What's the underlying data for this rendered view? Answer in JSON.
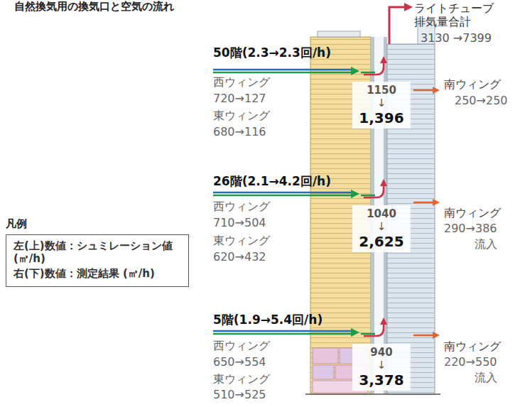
{
  "diagram": {
    "title": "自然換気用の換気口と空気の流れ",
    "nodes": [
      {
        "text": [
          "凡例",
          "左(上)数値：シュミレーション値 (㎥/h)",
          "右(下)数値：測定結果 (㎥/h)"
        ]
      },
      {
        "text": [
          "1150",
          "↓",
          "1,396"
        ]
      },
      {
        "text": [
          "1040",
          "↓",
          "2,625"
        ]
      },
      {
        "text": [
          "940",
          "↓",
          "3,378"
        ]
      }
    ],
    "labels": [
      "ライトチューブ 排気量合計",
      "3130 →7399",
      "50階(2.3→2.3回/h)",
      "西ウィング",
      "720→127",
      "東ウィング",
      "680→116",
      "南ウィング",
      "250→250",
      "26階(2.1→4.2回/h)",
      "西ウィング",
      "710→504",
      "東ウィング",
      "620→432",
      "南ウィング",
      "290→386",
      "流入",
      "5階(1.9→5.4回/h)",
      "西ウィング",
      "650→554",
      "東ウィング",
      "510→525",
      "南ウィング",
      "220→550",
      "流入"
    ]
  }
}
